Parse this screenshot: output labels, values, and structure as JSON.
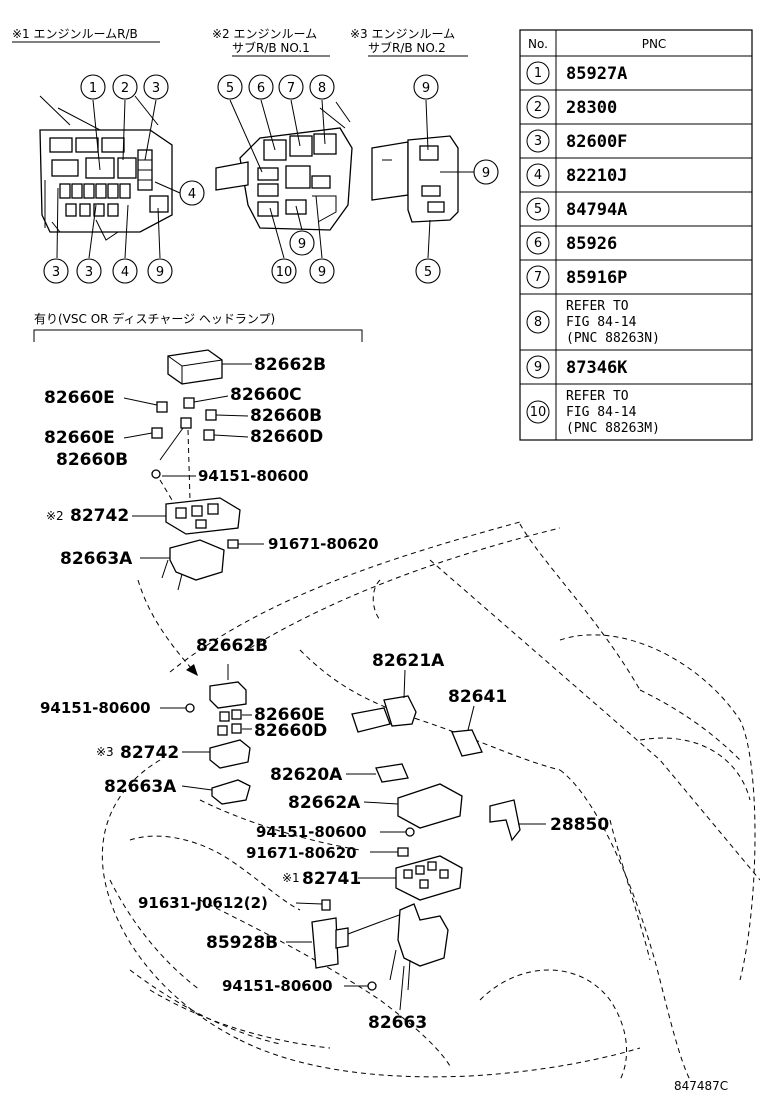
{
  "header": {
    "box1_caption": "※1 エンジンルームR/B",
    "box2_caption_line1": "※2 エンジンルーム",
    "box2_caption_line2": "サブR/B NO.1",
    "box3_caption_line1": "※3 エンジンルーム",
    "box3_caption_line2": "サブR/B NO.2"
  },
  "box1_callouts": [
    "1",
    "2",
    "3",
    "4",
    "3",
    "3",
    "4",
    "9"
  ],
  "box2_callouts": [
    "5",
    "6",
    "7",
    "8",
    "9",
    "10",
    "9"
  ],
  "box3_callouts": [
    "9",
    "9",
    "5"
  ],
  "pnc_table": {
    "col_no": "No.",
    "col_pnc": "PNC",
    "rows": [
      {
        "no": "1",
        "pnc": [
          "85927A"
        ]
      },
      {
        "no": "2",
        "pnc": [
          "28300"
        ]
      },
      {
        "no": "3",
        "pnc": [
          "82600F"
        ]
      },
      {
        "no": "4",
        "pnc": [
          "82210J"
        ]
      },
      {
        "no": "5",
        "pnc": [
          "84794A"
        ]
      },
      {
        "no": "6",
        "pnc": [
          "85926"
        ]
      },
      {
        "no": "7",
        "pnc": [
          "85916P"
        ]
      },
      {
        "no": "8",
        "pnc": [
          "REFER TO",
          "FIG 84-14",
          "(PNC 88263N)"
        ]
      },
      {
        "no": "9",
        "pnc": [
          "87346K"
        ]
      },
      {
        "no": "10",
        "pnc": [
          "REFER TO",
          "FIG 84-14",
          "(PNC 88263M)"
        ]
      }
    ]
  },
  "option_caption": "有り(VSC OR ディスチャージ ヘッドランプ)",
  "upper_labels": {
    "l82662B": "82662B",
    "l82660E": "82660E",
    "l82660C": "82660C",
    "l82660B_r": "82660B",
    "l82660E_2": "82660E",
    "l82660D": "82660D",
    "l82660B_l": "82660B",
    "l94151": "94151-80600",
    "l82742_mark": "※2",
    "l82742": "82742",
    "l91671": "91671-80620",
    "l82663A": "82663A"
  },
  "lower_labels": {
    "l82662B": "82662B",
    "l94151_a": "94151-80600",
    "l82660E": "82660E",
    "l82660D": "82660D",
    "l82742_mark": "※3",
    "l82742": "82742",
    "l82663A": "82663A",
    "l82621A": "82621A",
    "l82641": "82641",
    "l82620A": "82620A",
    "l82662A": "82662A",
    "l28850": "28850",
    "l94151_b": "94151-80600",
    "l91671": "91671-80620",
    "l82741_mark": "※1",
    "l82741": "82741",
    "l91631": "91631-J0612(2)",
    "l85928B": "85928B",
    "l94151_c": "94151-80600",
    "l82663": "82663"
  },
  "figure_code": "847487C"
}
